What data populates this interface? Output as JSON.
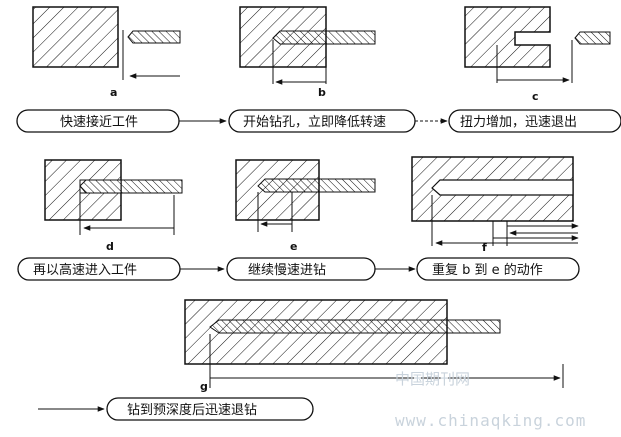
{
  "panels": {
    "a": "a",
    "b": "b",
    "c": "c",
    "d": "d",
    "e": "e",
    "f": "f",
    "g": "g"
  },
  "steps": {
    "s1": "快速接近工件",
    "s2": "开始钻孔，立即降低转速",
    "s3": "扭力增加，迅速退出",
    "s4": "再以高速进入工件",
    "s5": "继续慢速进钻",
    "s6": "重复 b 到 e 的动作",
    "s7": "钻到预深度后迅速退钻"
  },
  "watermark": {
    "cn": "中国期刊网",
    "url": "www.chinaqking.com"
  },
  "colors": {
    "ink": "#111111",
    "watermark": "#c9d3dc"
  }
}
